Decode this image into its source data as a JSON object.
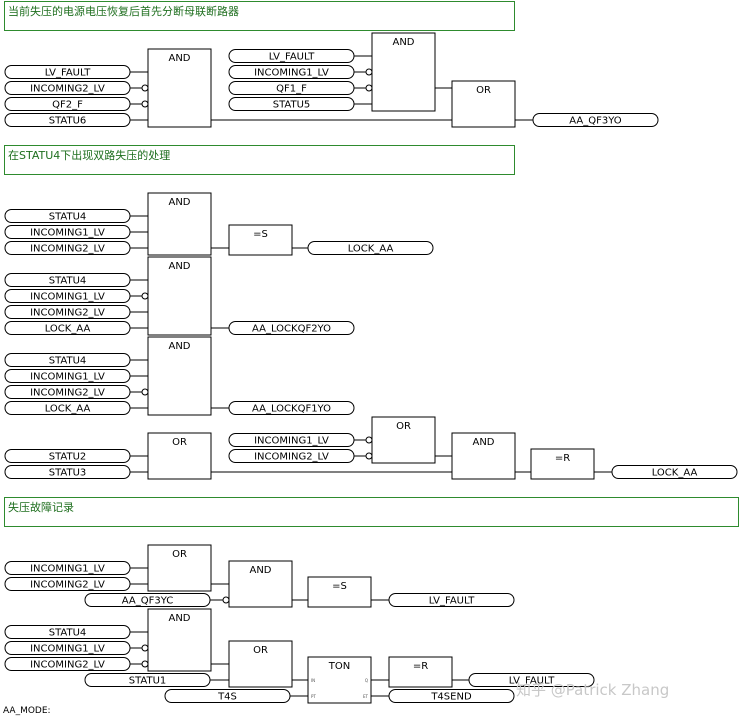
{
  "comments": [
    "当前失压的电源电压恢复后首先分断母联断路器",
    "在STATU4下出现双路失压的处理",
    "失压故障记录"
  ],
  "variables": {
    "lv_fault": "LV_FAULT",
    "incoming1_lv": "INCOMING1_LV",
    "incoming2_lv": "INCOMING2_LV",
    "qf2_f": "QF2_F",
    "qf1_f": "QF1_F",
    "statu1": "STATU1",
    "statu2": "STATU2",
    "statu3": "STATU3",
    "statu4": "STATU4",
    "statu5": "STATU5",
    "statu6": "STATU6",
    "aa_qf3yo": "AA_QF3YO",
    "aa_qf3yc": "AA_QF3YC",
    "lock_aa": "LOCK_AA",
    "aa_lockqf2yo": "AA_LOCKQF2YO",
    "aa_lockqf1yo": "AA_LOCKQF1YO",
    "t4s": "T4S",
    "t4send": "T4SEND"
  },
  "blocks": {
    "and": "AND",
    "or": "OR",
    "set": "=S",
    "reset": "=R",
    "ton": "TON",
    "ton_in": "IN",
    "ton_q": "Q",
    "ton_pt": "PT",
    "ton_et": "ET"
  },
  "watermark": "知乎 @Patrick Zhang",
  "footer": "AA_MODE:"
}
